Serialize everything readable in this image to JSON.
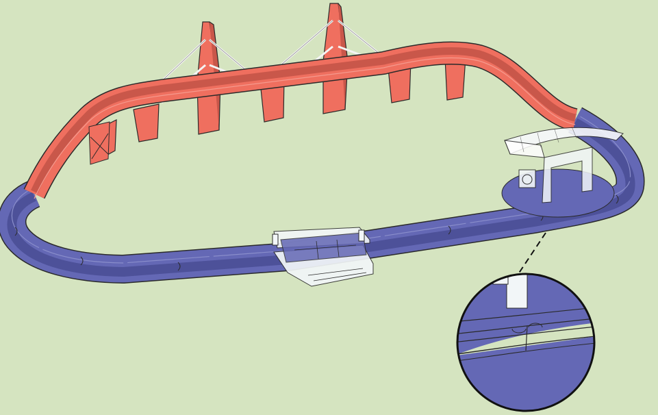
{
  "colors": {
    "background": "#d5e4c0",
    "elevated_track": "#ef6f5f",
    "elevated_track_dark": "#c9574a",
    "ground_track": "#6468b5",
    "ground_track_dark": "#4d5199",
    "translucent_parts": "#f2f6f8",
    "outline": "#2a2a2a"
  },
  "parts": [
    "elevated-bridge-track",
    "bridge-tower",
    "bridge-cable",
    "support-pier",
    "ground-track",
    "crossing-platform",
    "station-canopy",
    "station-base",
    "detail-magnifier"
  ]
}
